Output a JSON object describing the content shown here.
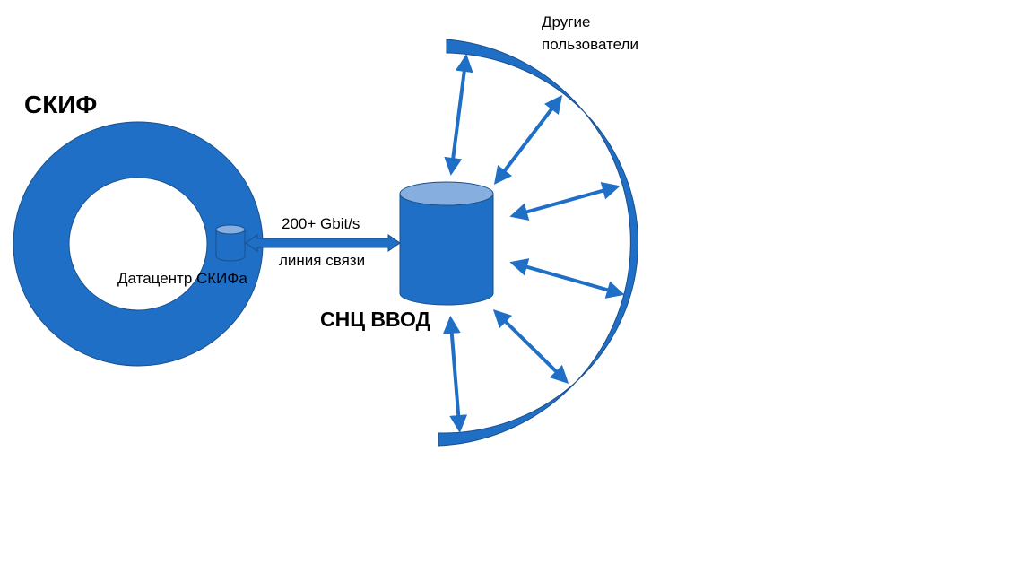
{
  "colors": {
    "primary": "#1f6fc6",
    "stroke": "#1a4f8a",
    "cylinder_top": "#86afe0",
    "background": "#ffffff"
  },
  "skif": {
    "title": "СКИФ",
    "datacenter_label": "Датацентр СКИФа"
  },
  "link": {
    "speed_label": "200+ Gbit/s",
    "line_label": "линия связи"
  },
  "snc": {
    "title": "СНЦ ВВОД"
  },
  "users": {
    "label_line1": "Другие",
    "label_line2": "пользователи"
  }
}
